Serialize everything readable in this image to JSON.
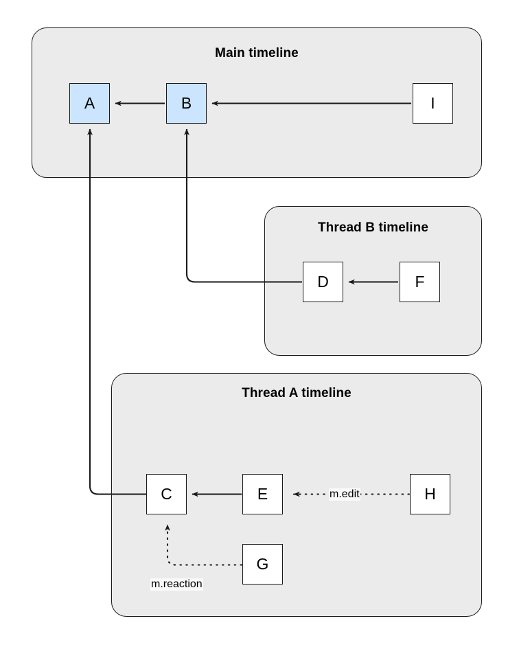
{
  "diagram": {
    "title_hidden": "",
    "background": "#ffffff",
    "accent_color": "#cce5ff",
    "group_fill": "#ebebeb",
    "stroke_color": "#1a1a1a",
    "groups": [
      {
        "id": "main",
        "label": "Main timeline"
      },
      {
        "id": "thread_b",
        "label": "Thread B timeline"
      },
      {
        "id": "thread_a",
        "label": "Thread A timeline"
      }
    ],
    "nodes": [
      {
        "id": "A",
        "label": "A",
        "group": "main",
        "highlighted": true
      },
      {
        "id": "B",
        "label": "B",
        "group": "main",
        "highlighted": true
      },
      {
        "id": "I",
        "label": "I",
        "group": "main",
        "highlighted": false
      },
      {
        "id": "D",
        "label": "D",
        "group": "thread_b",
        "highlighted": false
      },
      {
        "id": "F",
        "label": "F",
        "group": "thread_b",
        "highlighted": false
      },
      {
        "id": "C",
        "label": "C",
        "group": "thread_a",
        "highlighted": false
      },
      {
        "id": "E",
        "label": "E",
        "group": "thread_a",
        "highlighted": false
      },
      {
        "id": "G",
        "label": "G",
        "group": "thread_a",
        "highlighted": false
      },
      {
        "id": "H",
        "label": "H",
        "group": "thread_a",
        "highlighted": false
      }
    ],
    "edges": [
      {
        "from": "B",
        "to": "A",
        "style": "solid",
        "label": ""
      },
      {
        "from": "I",
        "to": "B",
        "style": "solid",
        "label": ""
      },
      {
        "from": "F",
        "to": "D",
        "style": "solid",
        "label": ""
      },
      {
        "from": "D",
        "to": "B",
        "style": "solid",
        "label": ""
      },
      {
        "from": "E",
        "to": "C",
        "style": "solid",
        "label": ""
      },
      {
        "from": "C",
        "to": "A",
        "style": "solid",
        "label": ""
      },
      {
        "from": "H",
        "to": "E",
        "style": "dotted",
        "label": "m.edit"
      },
      {
        "from": "G",
        "to": "C",
        "style": "dotted",
        "label": "m.reaction"
      }
    ],
    "edge_labels": {
      "m_edit": "m.edit",
      "m_reaction": "m.reaction"
    }
  }
}
